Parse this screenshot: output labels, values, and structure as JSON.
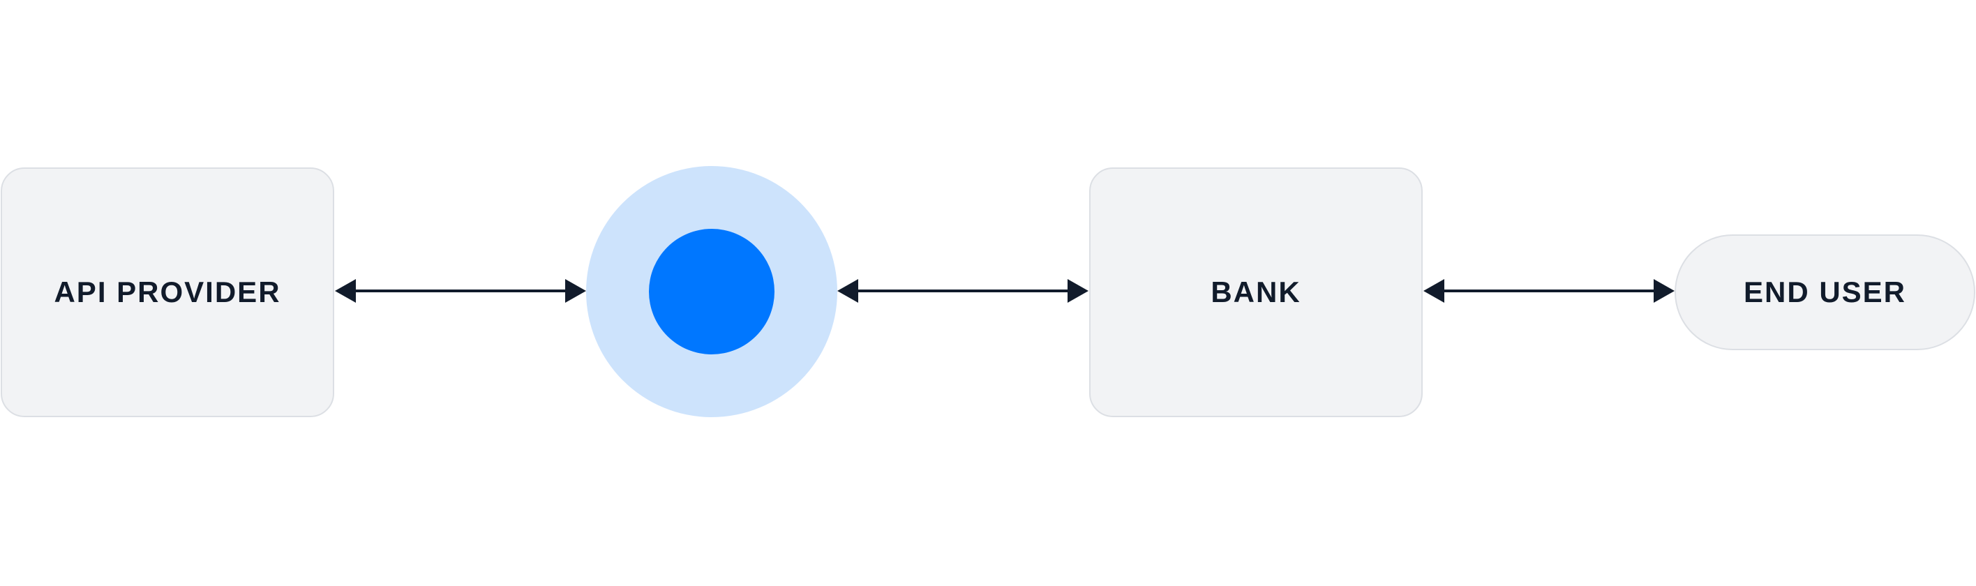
{
  "diagram": {
    "nodes": {
      "api_provider": {
        "label": "API PROVIDER"
      },
      "hub": {
        "label": ""
      },
      "bank": {
        "label": "BANK"
      },
      "end_user": {
        "label": "END USER"
      }
    },
    "connections": [
      {
        "from": "api_provider",
        "to": "hub",
        "direction": "bidirectional"
      },
      {
        "from": "hub",
        "to": "bank",
        "direction": "bidirectional"
      },
      {
        "from": "bank",
        "to": "end_user",
        "direction": "bidirectional"
      }
    ],
    "colors": {
      "node_fill": "#f2f3f5",
      "node_border": "#dcdfe4",
      "text": "#111b2b",
      "arrow": "#111b2b",
      "hub_outer": "#cde3fc",
      "hub_inner": "#0077ff"
    }
  }
}
